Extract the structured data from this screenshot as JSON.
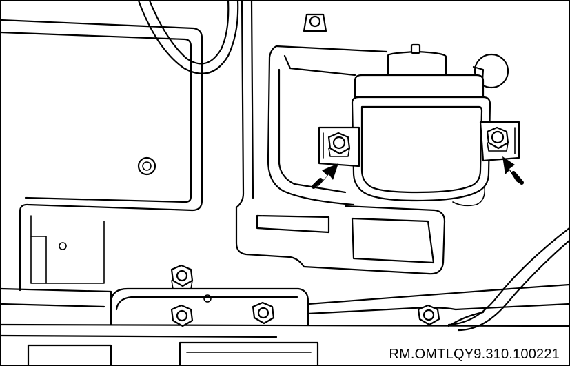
{
  "figure": {
    "reference_code": "RM.OMTLQY9.310.100221",
    "parts": {
      "left_panel": "left-body-panel",
      "reservoir": "coolant-reservoir",
      "bracket": "mounting-bracket",
      "fasteners": "mounting-bolts",
      "callouts": "indicator-arrows"
    }
  }
}
